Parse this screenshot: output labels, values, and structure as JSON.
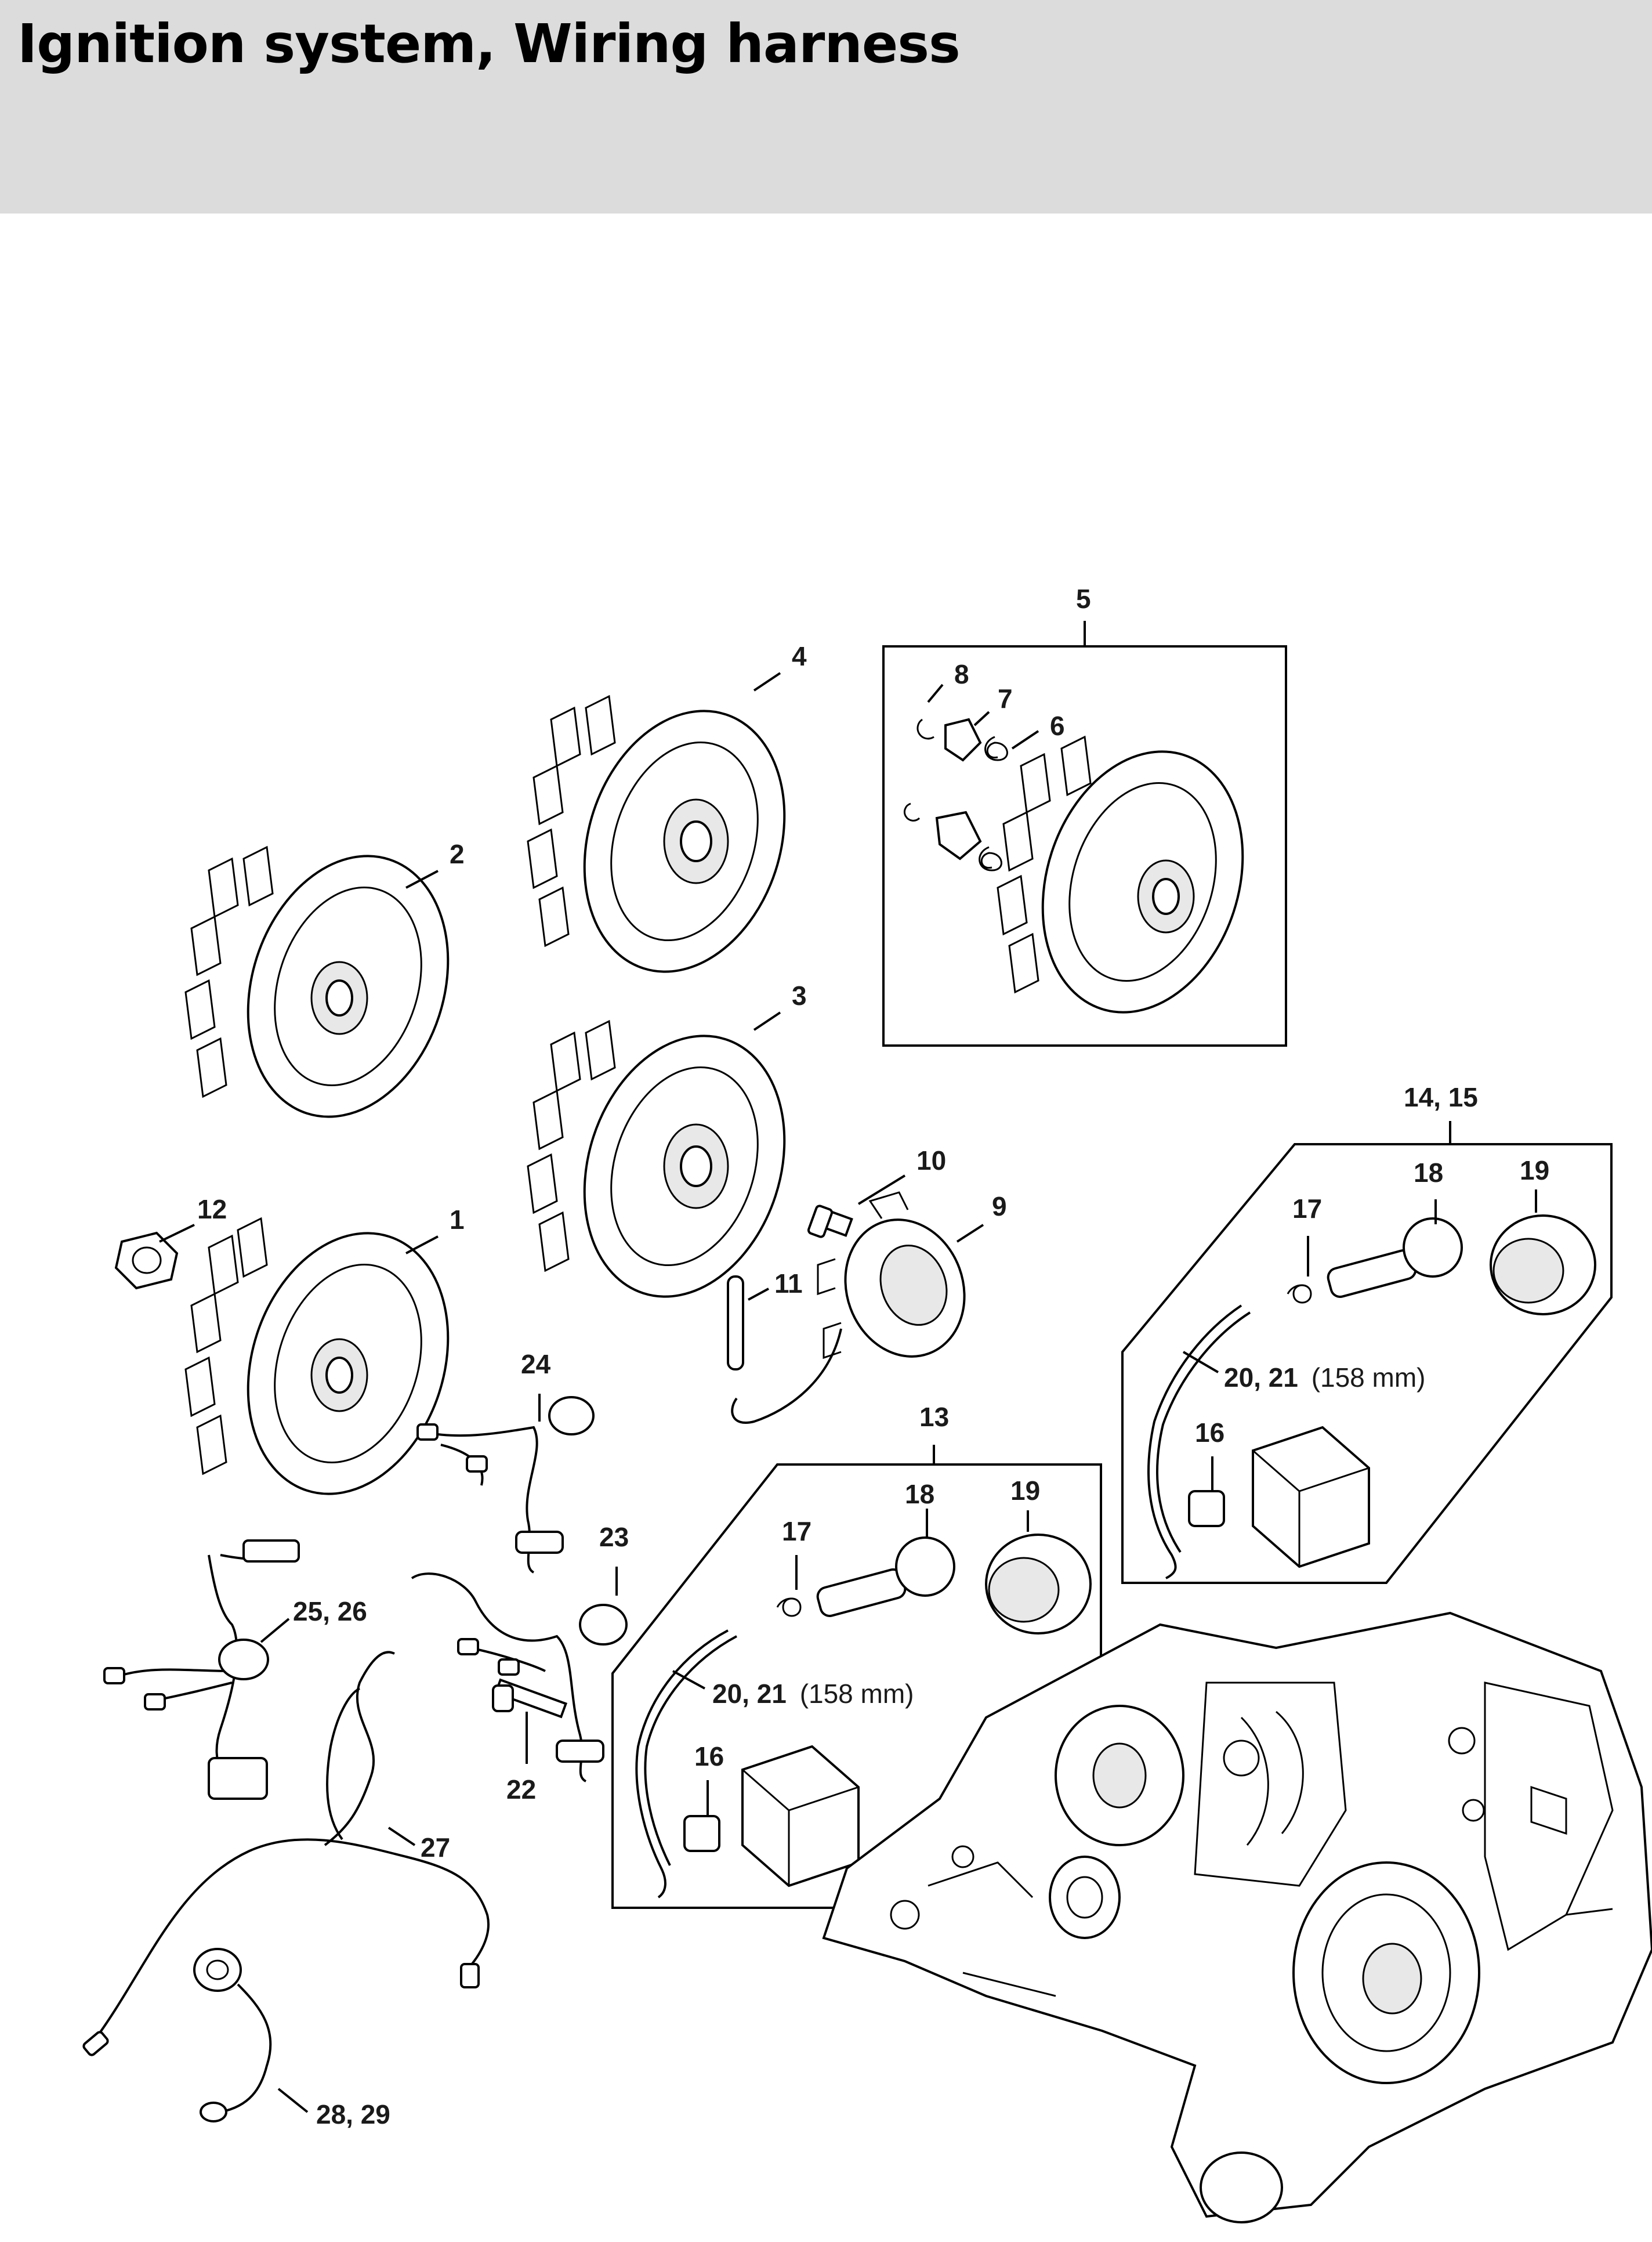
{
  "header": {
    "title": "Ignition system, Wiring harness"
  },
  "callouts": [
    {
      "id": "c1",
      "text": "1"
    },
    {
      "id": "c2",
      "text": "2"
    },
    {
      "id": "c3",
      "text": "3"
    },
    {
      "id": "c4",
      "text": "4"
    },
    {
      "id": "c5",
      "text": "5"
    },
    {
      "id": "c6",
      "text": "6"
    },
    {
      "id": "c7",
      "text": "7"
    },
    {
      "id": "c8",
      "text": "8"
    },
    {
      "id": "c9",
      "text": "9"
    },
    {
      "id": "c10",
      "text": "10"
    },
    {
      "id": "c11",
      "text": "11"
    },
    {
      "id": "c12",
      "text": "12"
    },
    {
      "id": "c13",
      "text": "13"
    },
    {
      "id": "c1415",
      "text": "14, 15"
    },
    {
      "id": "c16a",
      "text": "16"
    },
    {
      "id": "c16b",
      "text": "16"
    },
    {
      "id": "c17a",
      "text": "17"
    },
    {
      "id": "c17b",
      "text": "17"
    },
    {
      "id": "c18a",
      "text": "18"
    },
    {
      "id": "c18b",
      "text": "18"
    },
    {
      "id": "c19a",
      "text": "19"
    },
    {
      "id": "c19b",
      "text": "19"
    },
    {
      "id": "c2021a",
      "text": "20, 21",
      "note": "(158 mm)"
    },
    {
      "id": "c2021b",
      "text": "20, 21",
      "note": "(158 mm)"
    },
    {
      "id": "c22",
      "text": "22"
    },
    {
      "id": "c23",
      "text": "23"
    },
    {
      "id": "c24",
      "text": "24"
    },
    {
      "id": "c2526",
      "text": "25, 26"
    },
    {
      "id": "c27",
      "text": "27"
    },
    {
      "id": "c2829",
      "text": "28, 29"
    }
  ]
}
